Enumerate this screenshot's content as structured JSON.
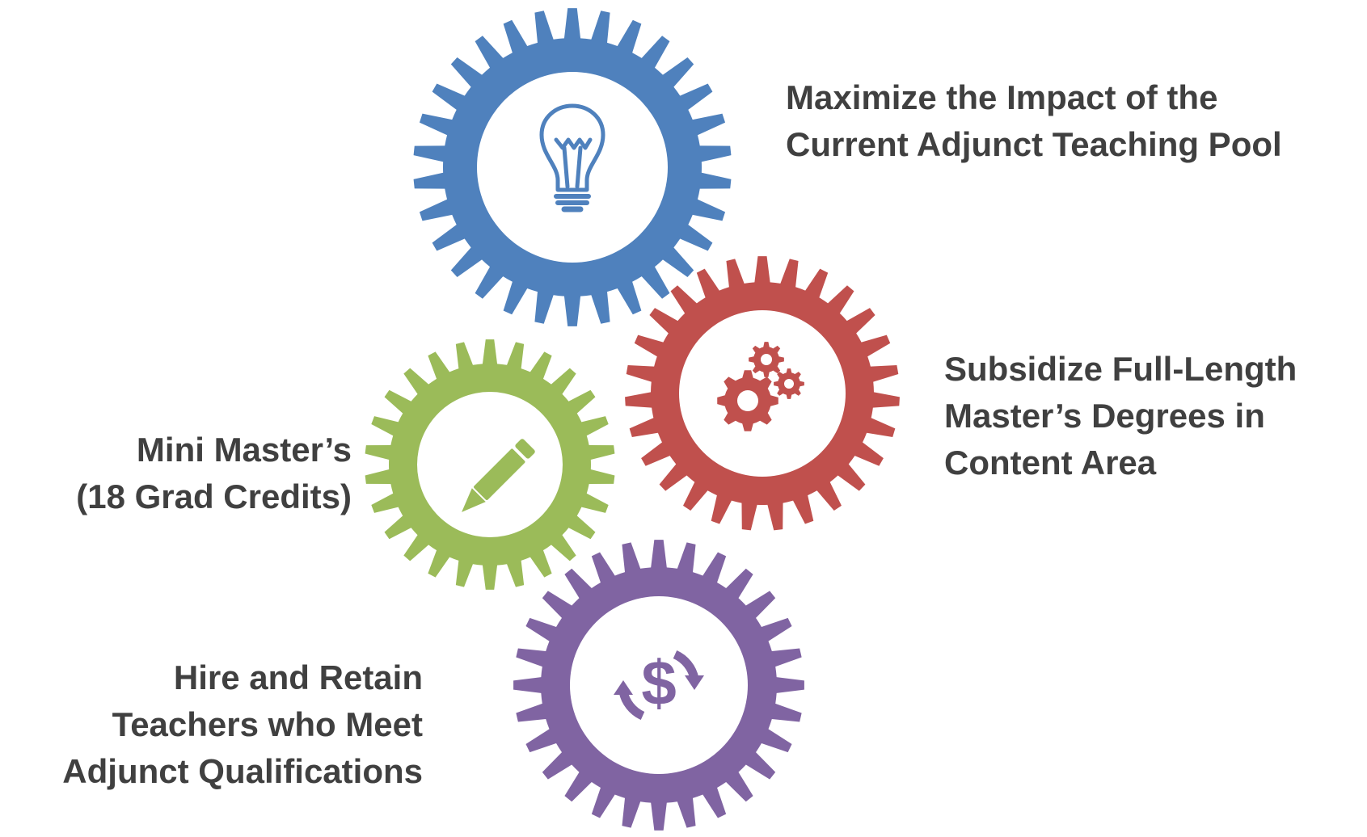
{
  "labels": {
    "impact": [
      "Maximize the Impact of the",
      "Current Adjunct Teaching Pool"
    ],
    "subsidize": [
      "Subsidize  Full-Length",
      "Master’s Degrees in",
      "Content Area"
    ],
    "mini": [
      "Mini Master’s",
      "(18 Grad Credits)"
    ],
    "hire": [
      "Hire and Retain",
      "Teachers who Meet",
      "Adjunct Qualifications"
    ]
  },
  "gears": [
    {
      "id": "impact",
      "color": "#4F81BD",
      "icon": "lightbulb-icon"
    },
    {
      "id": "subsidize",
      "color": "#C0504D",
      "icon": "gears-icon"
    },
    {
      "id": "mini",
      "color": "#9BBB59",
      "icon": "pencil-icon"
    },
    {
      "id": "hire",
      "color": "#8064A2",
      "icon": "dollar-cycle-icon"
    }
  ]
}
